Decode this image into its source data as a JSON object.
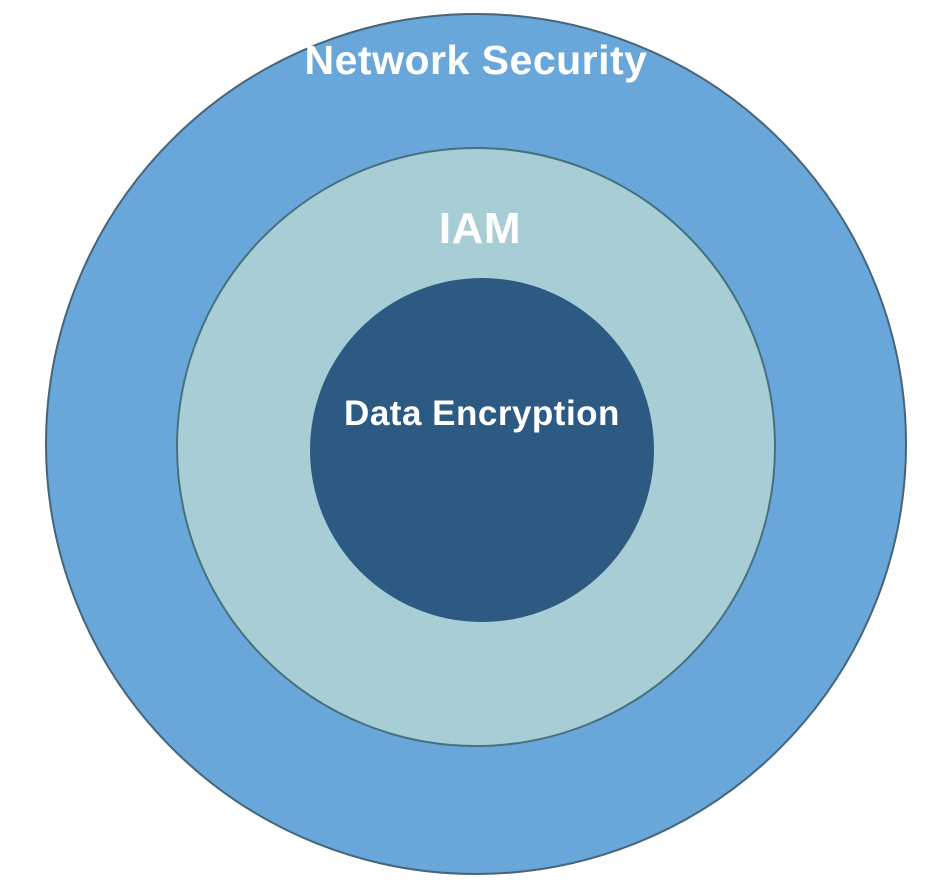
{
  "diagram": {
    "type": "concentric-circles",
    "title_visible": false,
    "layers": [
      {
        "id": "network-security",
        "label": "Network Security",
        "fill": "#69a7da",
        "stroke": "#46657a",
        "level": "outer"
      },
      {
        "id": "iam",
        "label": "IAM",
        "fill": "#a7ced5",
        "stroke": "#47707e",
        "level": "middle"
      },
      {
        "id": "data-encryption",
        "label": "Data Encryption",
        "fill": "#2d5a82",
        "stroke": "#2d5a82",
        "level": "inner"
      }
    ],
    "text_color": "#ffffff",
    "background_color": "#ffffff"
  }
}
